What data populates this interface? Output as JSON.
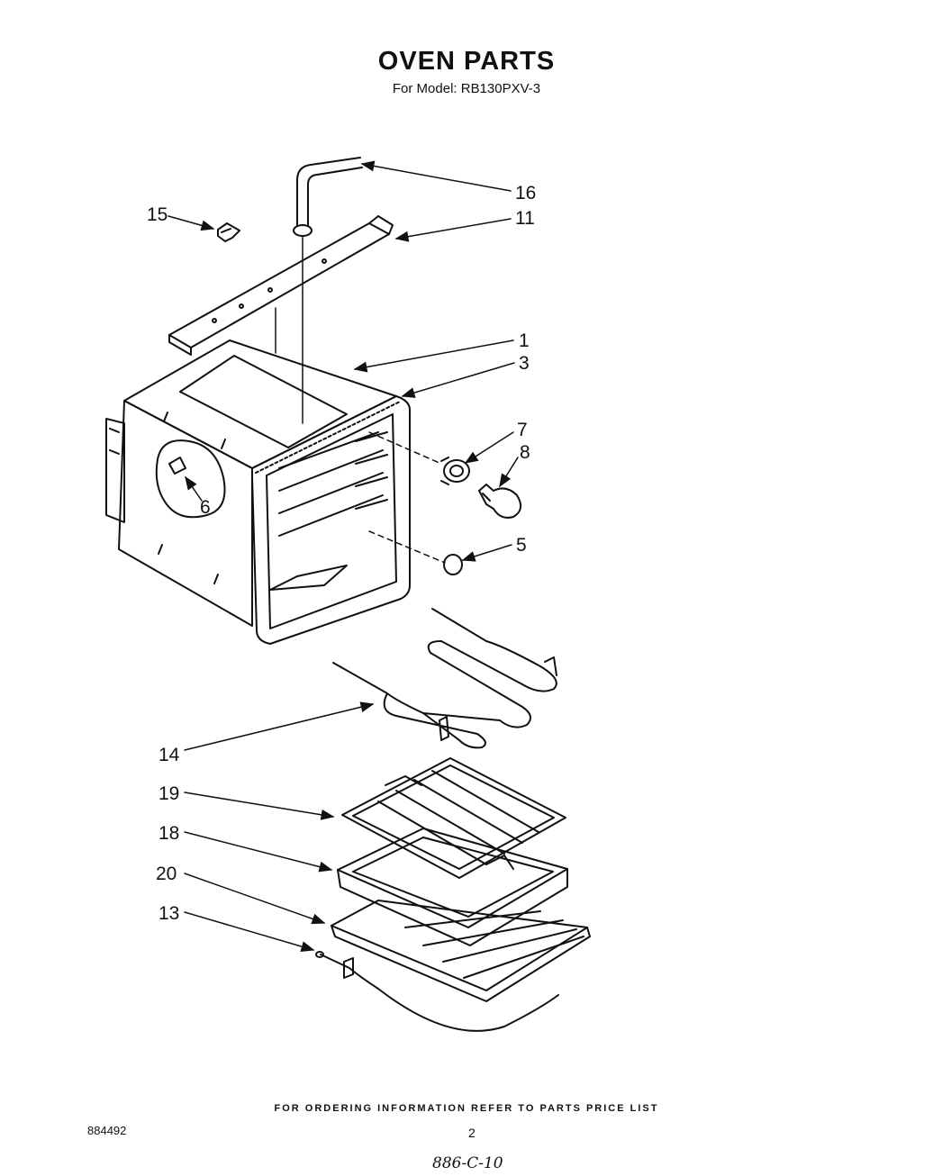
{
  "title": "OVEN PARTS",
  "subtitle": "For Model: RB130PXV-3",
  "footer_note": "FOR ORDERING INFORMATION REFER TO PARTS PRICE LIST",
  "document_code": "884492",
  "page_number": "2",
  "handwritten_note": "886-C-10",
  "callouts": {
    "p1": "1",
    "p3": "3",
    "p5": "5",
    "p6": "6",
    "p7": "7",
    "p8": "8",
    "p11": "11",
    "p13": "13",
    "p14": "14",
    "p15": "15",
    "p16": "16",
    "p18": "18",
    "p19": "19",
    "p20": "20"
  }
}
